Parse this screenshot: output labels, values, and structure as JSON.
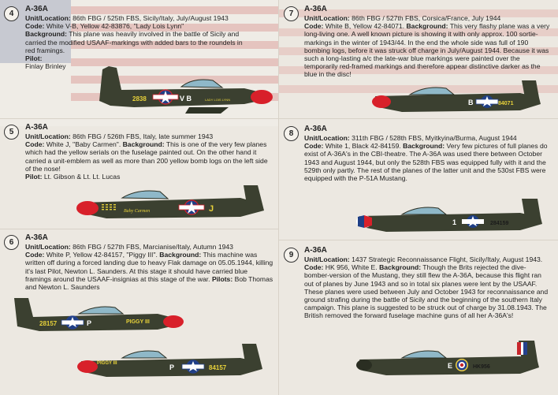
{
  "entries": [
    {
      "number": "4",
      "title": "A-36A",
      "unit_label": "Unit/Location:",
      "unit_value": " 86th FBG / 525th FBS, Sicily/Italy, July/August 1943",
      "code_label": "Code:",
      "code_value": " White V-B, Yellow 42-83876, \"Lady Lois Lynn\"",
      "bg_label": "Background:",
      "bg_value": " This plane was heavily involved in the battle of Sicily and carried the modified USAAF-markings with added bars to the roundels in red framings.",
      "pilot_label": "Pilot:",
      "pilot_value": "Finlay Brinley",
      "serial_text": "2838",
      "code_letters": "V  B",
      "nose_text": "LADY LOIS LYNN"
    },
    {
      "number": "5",
      "title": "A-36A",
      "unit_label": "Unit/Location:",
      "unit_value": " 86th FBG / 526th FBS, Italy, late summer 1943",
      "code_label": "Code:",
      "code_value": " White J, \"Baby Carmen\". ",
      "bg_label": "Background:",
      "bg_value": " This is one of the very few planes which had the yellow serials on the fuselage painted out. On the other hand it carried a unit-emblem as well as more than 200 yellow bomb logs on the left side of the nose!",
      "pilot_label": "Pilot:",
      "pilot_value": " Lt. Gibson & Lt. Lt. Lucas",
      "code_letters": "J",
      "nose_text": "Baby Carmen"
    },
    {
      "number": "6",
      "title": "A-36A",
      "unit_label": "Unit/Location:",
      "unit_value": " 86th FBG / 527th FBS, Marcianise/Italy, Autumn 1943",
      "code_label": "Code:",
      "code_value": " White P, Yellow 42-84157, \"Piggy III\". ",
      "bg_label": "Background:",
      "bg_value": " This machine was written off during a forced landing due to heavy Flak damage on 05.05.1944, killing it's last Pilot, Newton L. Saunders. At this stage it should have carried blue framings around the USAAF-insignias at this stage of the war. ",
      "pilot_label": "Pilots:",
      "pilot_value": " Bob Thomas and Newton L. Saunders",
      "serial_text": "28157",
      "serial_text_2": "84157",
      "code_letters": "P",
      "nose_text": "PIGGY III"
    },
    {
      "number": "7",
      "title": "A-36A",
      "unit_label": "Unit/Location:",
      "unit_value": " 86th FBG / 527th FBS, Corsica/France, July 1944",
      "code_label": "Code:",
      "code_value": " White B, Yellow 42-84071. ",
      "bg_label": "Background:",
      "bg_value": " This very flashy plane was a very long-living one. A well known picture is showing it with only approx. 100 sortie-markings in the winter of 1943/44. In the end the whole side was full of 190 bombing logs, before it was struck off charge in July/August 1944. Because it was such a long-lasting a/c the late-war blue markings were painted over the temporarily red-framed markings and therefore appear distinctive darker as the blue in the disc!",
      "serial_text": "84071",
      "code_letters": "B"
    },
    {
      "number": "8",
      "title": "A-36A",
      "unit_label": "Unit/Location:",
      "unit_value": " 311th FBG / 528th FBS, Myitkyina/Burma, August 1944",
      "code_label": "Code:",
      "code_value": " White 1, Black 42-84159. ",
      "bg_label": "Background:",
      "bg_value": " Very few pictures of full planes do exist of A-36A's in the CBI-theatre. The A-36A was used there between October 1943 and August 1944, but only the 528th FBS was equipped fully with it and the 529th only partly. The rest of the planes of the latter unit and the 530st FBS were equipped with the P-51A Mustang.",
      "serial_text": "284159",
      "code_letters": "1"
    },
    {
      "number": "9",
      "title": "A-36A",
      "unit_label": "Unit/Location:",
      "unit_value": " 1437 Strategic Reconnaissance Flight, Sicily/Italy, August 1943. ",
      "code_label": "Code:",
      "code_value": " HK 956, White E. ",
      "bg_label": "Background:",
      "bg_value": " Though the Brits rejected the dive-bomber-version of the Mustang, they still flew the A-36A, because this flight ran out of planes by June 1943 and so in total six planes were lent by the USAAF. These planes were used between July and October 1943 for reconnaissance and ground strafing during the battle of Sicily and the beginning of the southern Italy campaign. This plane is suggested to be struck out of charge by 31.08.1943. The British removed the forward fuselage machine guns of all her A-36A's!",
      "serial_text": "HK956",
      "code_letters": "E"
    }
  ],
  "colors": {
    "olive": "#3b4030",
    "olive_light": "#4d5540",
    "red_nose": "#d8202a",
    "yellow": "#e8d23a",
    "usaaf_blue": "#1f3f86",
    "raf_red": "#c8262c",
    "raf_blue": "#25418e"
  }
}
